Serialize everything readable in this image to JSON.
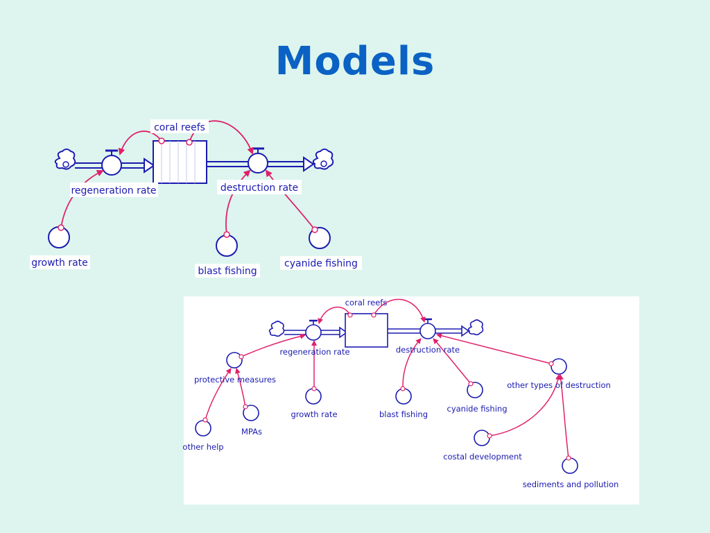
{
  "slide": {
    "title": "Models"
  },
  "diagram_top": {
    "stock": "coral reefs",
    "inflow": "regeneration rate",
    "outflow": "destruction rate",
    "converters": {
      "growth": "growth rate",
      "blast": "blast fishing",
      "cyanide": "cyanide fishing"
    }
  },
  "diagram_bottom": {
    "stock": "coral reefs",
    "inflow": "regeneration rate",
    "outflow": "destruction rate",
    "converters": {
      "protective": "protective measures",
      "other_help": "other help",
      "mpas": "MPAs",
      "growth": "growth rate",
      "blast": "blast fishing",
      "cyanide": "cyanide fishing",
      "other_types": "other types of destruction",
      "costal": "costal development",
      "sediments": "sediments and pollution"
    }
  },
  "colors": {
    "title": "#0b62c4",
    "diagram_blue": "#1a1ab0",
    "connector": "#e0206a",
    "background": "#ddf5ee"
  }
}
